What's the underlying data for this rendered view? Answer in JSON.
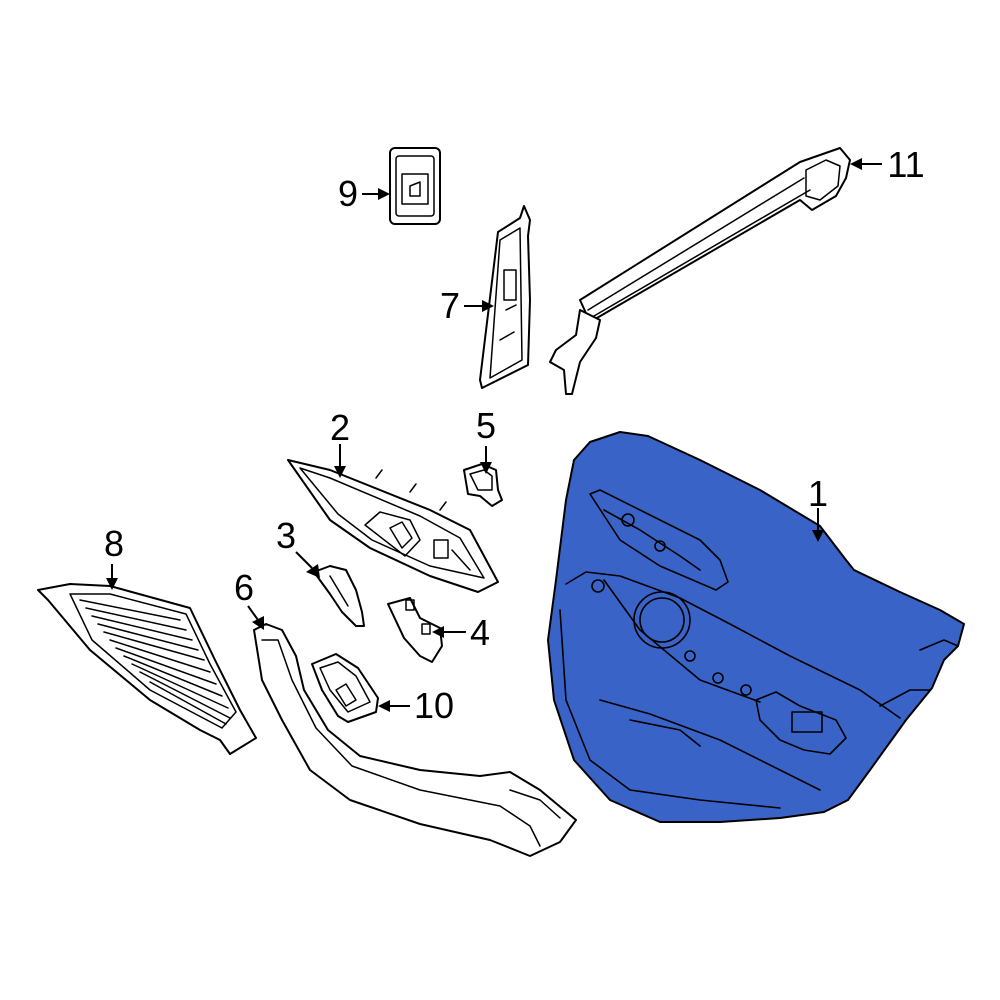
{
  "highlight_color": "#3a63c8",
  "outline_color": "#000000",
  "callouts": [
    {
      "id": "1",
      "label": "1"
    },
    {
      "id": "2",
      "label": "2"
    },
    {
      "id": "3",
      "label": "3"
    },
    {
      "id": "4",
      "label": "4"
    },
    {
      "id": "5",
      "label": "5"
    },
    {
      "id": "6",
      "label": "6"
    },
    {
      "id": "7",
      "label": "7"
    },
    {
      "id": "8",
      "label": "8"
    },
    {
      "id": "9",
      "label": "9"
    },
    {
      "id": "10",
      "label": "10"
    },
    {
      "id": "11",
      "label": "11"
    }
  ],
  "highlighted_part": "1"
}
